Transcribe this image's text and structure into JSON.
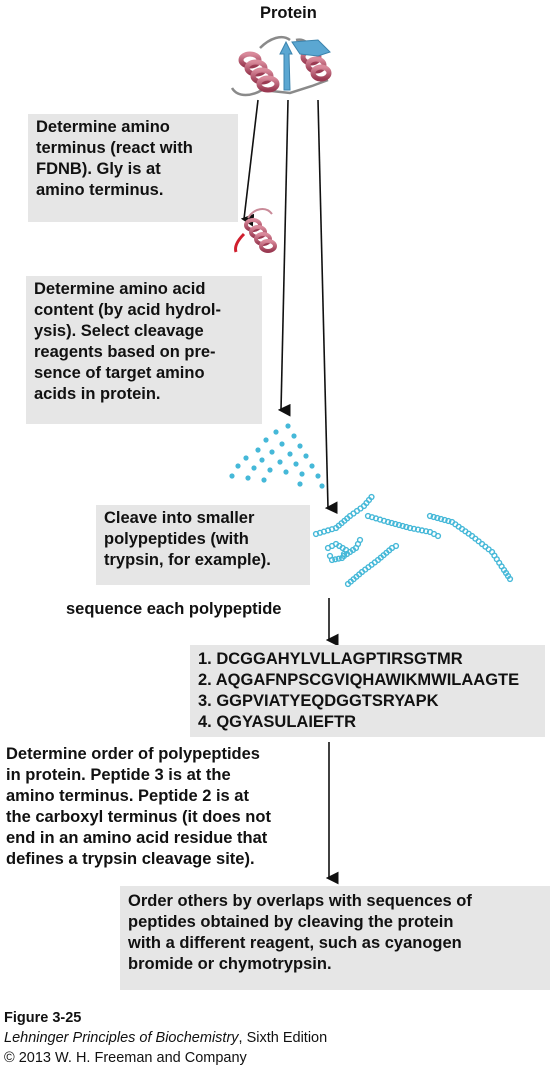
{
  "title": "Protein",
  "steps": {
    "amino_terminus": [
      "Determine amino",
      "terminus (react with",
      "FDNB). Gly is at",
      "amino terminus."
    ],
    "acid_content": [
      "Determine amino acid",
      "content (by acid hydrol-",
      "ysis). Select cleavage",
      "reagents based on pre-",
      "sence of target amino",
      "acids in protein."
    ],
    "cleave": [
      "Cleave into smaller",
      "polypeptides (with",
      "trypsin, for example)."
    ],
    "sequence_label": "sequence each polypeptide",
    "sequences": [
      "1. DCGGAHYLVLLAGPTIRSGTMR",
      "2. AQGAFNPSCGVIQHAWIKMWILAAGTE",
      "3. GGPVIATYEQDGGTSRYAPK",
      "4. QGYASULAIEFTR"
    ],
    "order": [
      "Determine order of polypeptides",
      "in protein. Peptide 3 is at the",
      "amino terminus. Peptide 2 is at",
      "the carboxyl terminus (it does not",
      "end in an amino acid residue that",
      "defines a trypsin cleavage site)."
    ],
    "overlap": [
      "Order others by overlaps with sequences of",
      "peptides obtained by cleaving the protein",
      "with a different reagent, such as cyanogen",
      "bromide or chymotrypsin."
    ]
  },
  "caption": {
    "figure": "Figure 3-25",
    "book_title": "Lehninger Principles of Biochemistry",
    "edition": ", Sixth Edition",
    "copyright": "© 2013 W. H. Freeman and Company"
  },
  "colors": {
    "helix": "#b5536a",
    "sheet": "#5ba7d2",
    "bead": "#45b8d8",
    "box": "#e6e6e6",
    "marker": "#d01f2e"
  }
}
